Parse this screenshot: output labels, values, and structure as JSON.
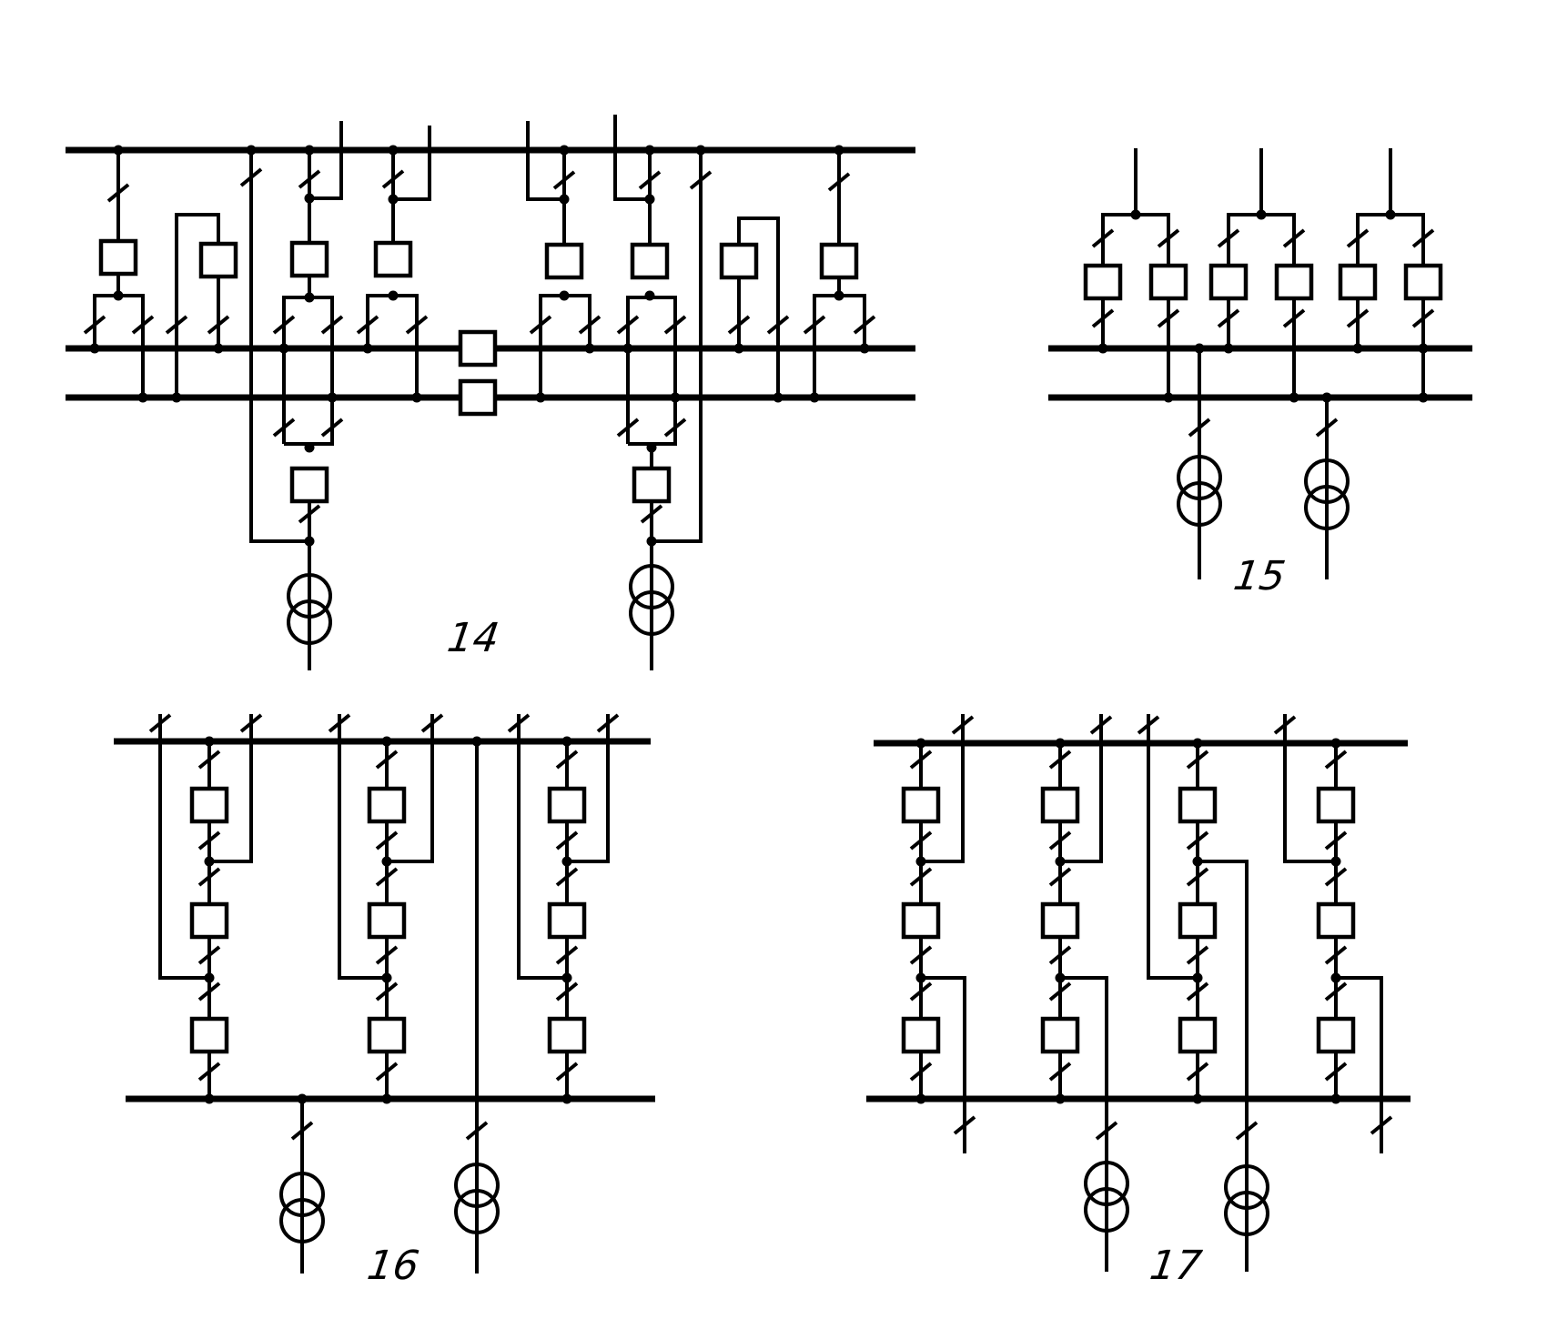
{
  "diagrams": [
    {
      "key": "d14",
      "label": "14"
    },
    {
      "key": "d15",
      "label": "15"
    },
    {
      "key": "d16",
      "label": "16"
    },
    {
      "key": "d17",
      "label": "17"
    }
  ],
  "colors": {
    "ink": "#000000",
    "paper": "#ffffff"
  }
}
